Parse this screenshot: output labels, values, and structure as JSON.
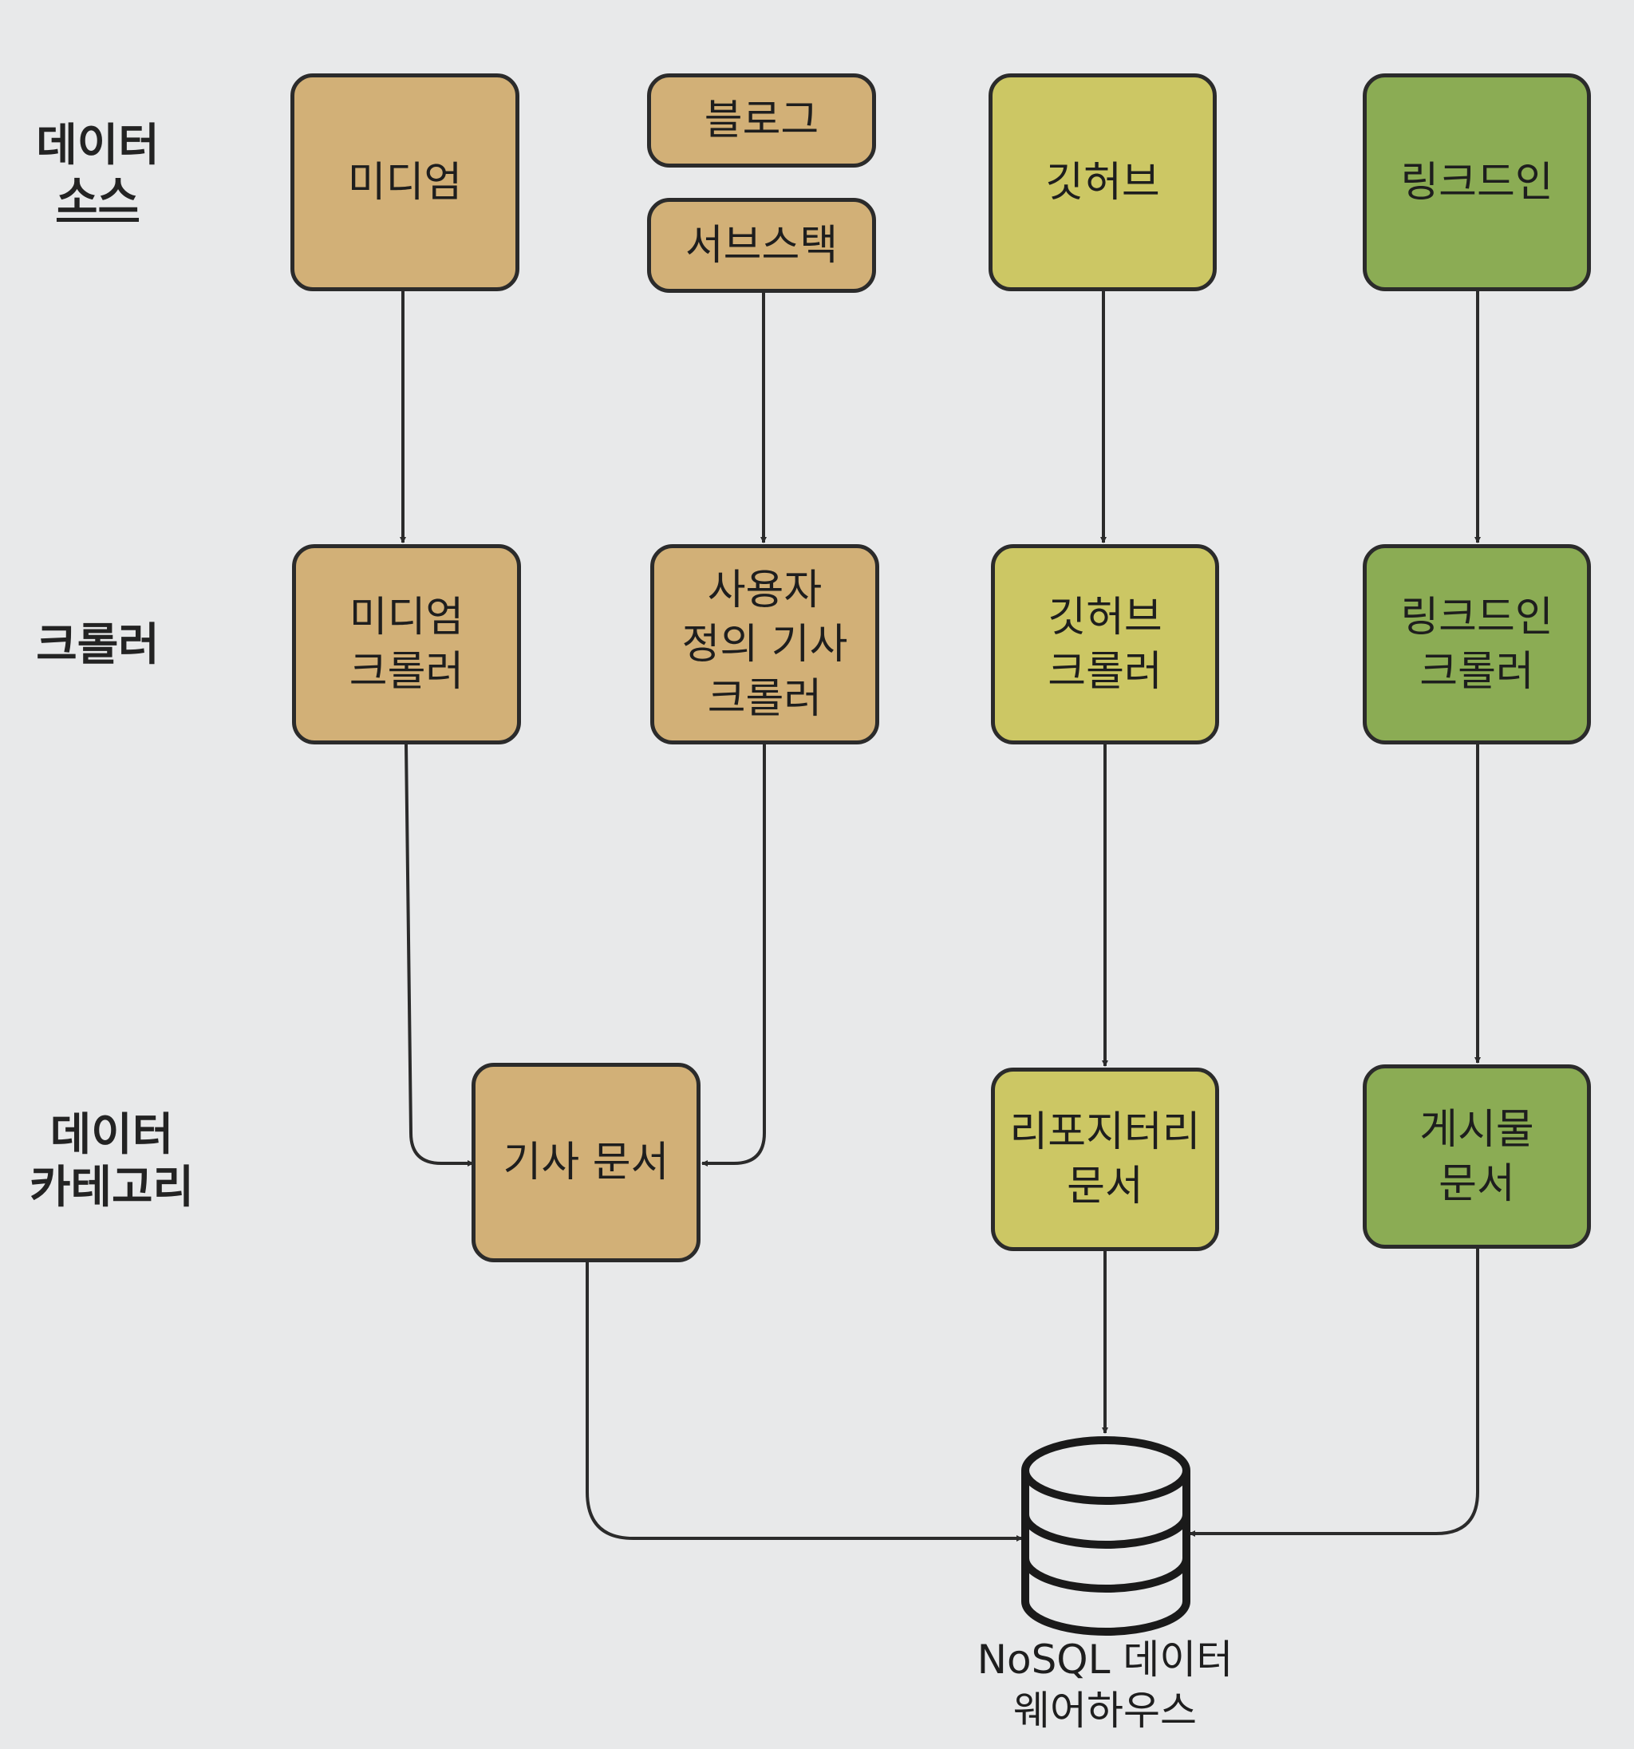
{
  "row_labels": {
    "source": [
      "데이터",
      "소스"
    ],
    "crawler": [
      "크롤러"
    ],
    "category": [
      "데이터",
      "카테고리"
    ]
  },
  "nodes": {
    "medium": [
      "미디엄"
    ],
    "blog": [
      "블로그"
    ],
    "substack": [
      "서브스택"
    ],
    "github": [
      "깃허브"
    ],
    "linkedin": [
      "링크드인"
    ],
    "medium_crawler": [
      "미디엄",
      "크롤러"
    ],
    "custom_crawler": [
      "사용자",
      "정의 기사",
      "크롤러"
    ],
    "github_crawler": [
      "깃허브",
      "크롤러"
    ],
    "linkedin_crawler": [
      "링크드인",
      "크롤러"
    ],
    "article_doc": [
      "기사 문서"
    ],
    "repo_doc": [
      "리포지터리",
      "문서"
    ],
    "post_doc": [
      "게시물",
      "문서"
    ]
  },
  "database": {
    "label": [
      "NoSQL 데이터",
      "웨어하우스"
    ],
    "icon": "database-cylinder-icon"
  },
  "colors": {
    "tan": "#d2b077",
    "olive": "#ccc764",
    "green": "#8bac54",
    "line": "#2b2b2b"
  }
}
